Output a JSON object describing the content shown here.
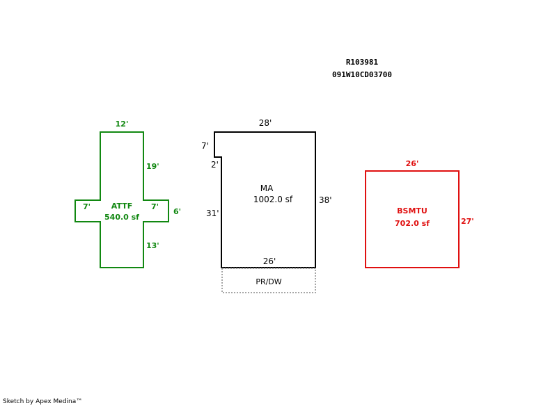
{
  "header": {
    "parcel_id": "R103981",
    "map_number": "091W10CD03700"
  },
  "colors": {
    "attf": "#118811",
    "ma": "#000000",
    "bsmtu": "#e01010",
    "porch": "#888888"
  },
  "sections": {
    "attf": {
      "code": "ATTF",
      "area": "540.0 sf",
      "dims": {
        "top": "12'",
        "upper_right": "19'",
        "arm_left": "7'",
        "arm_right": "7'",
        "arm_height": "6'",
        "lower_right": "13'"
      }
    },
    "ma": {
      "code": "MA",
      "area": "1002.0 sf",
      "dims": {
        "top": "28'",
        "notch_height": "7'",
        "notch_width": "2'",
        "left": "31'",
        "right": "38'",
        "bottom": "26'"
      }
    },
    "porch": {
      "code": "PR/DW"
    },
    "bsmtu": {
      "code": "BSMTU",
      "area": "702.0 sf",
      "dims": {
        "top": "26'",
        "right": "27'"
      }
    }
  },
  "footer": {
    "credit": "Sketch by Apex Medina™"
  }
}
